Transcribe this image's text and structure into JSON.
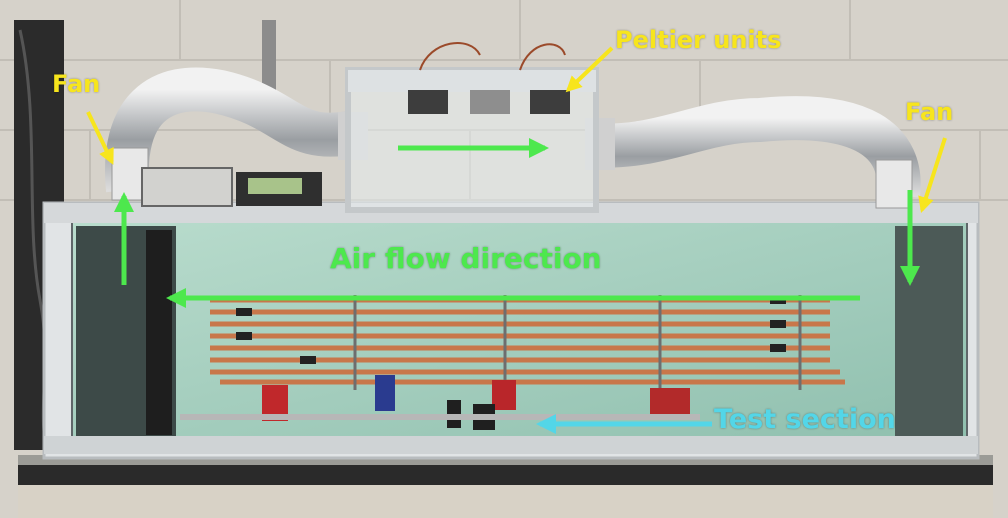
{
  "labels": {
    "peltier_units": "Peltier units",
    "fan_left": "Fan",
    "fan_right": "Fan",
    "air_flow_direction": "Air flow direction",
    "test_section": "Test section"
  },
  "colors": {
    "label_yellow": "#f7e51d",
    "flow_green": "#4de84d",
    "test_cyan": "#53d6e8",
    "copper": "#c8774a",
    "wall": "#d9d6cf",
    "panel_green": "#a9d2c2",
    "frame_gray": "#dfe2e4",
    "counter_black": "#2a2a2a"
  }
}
